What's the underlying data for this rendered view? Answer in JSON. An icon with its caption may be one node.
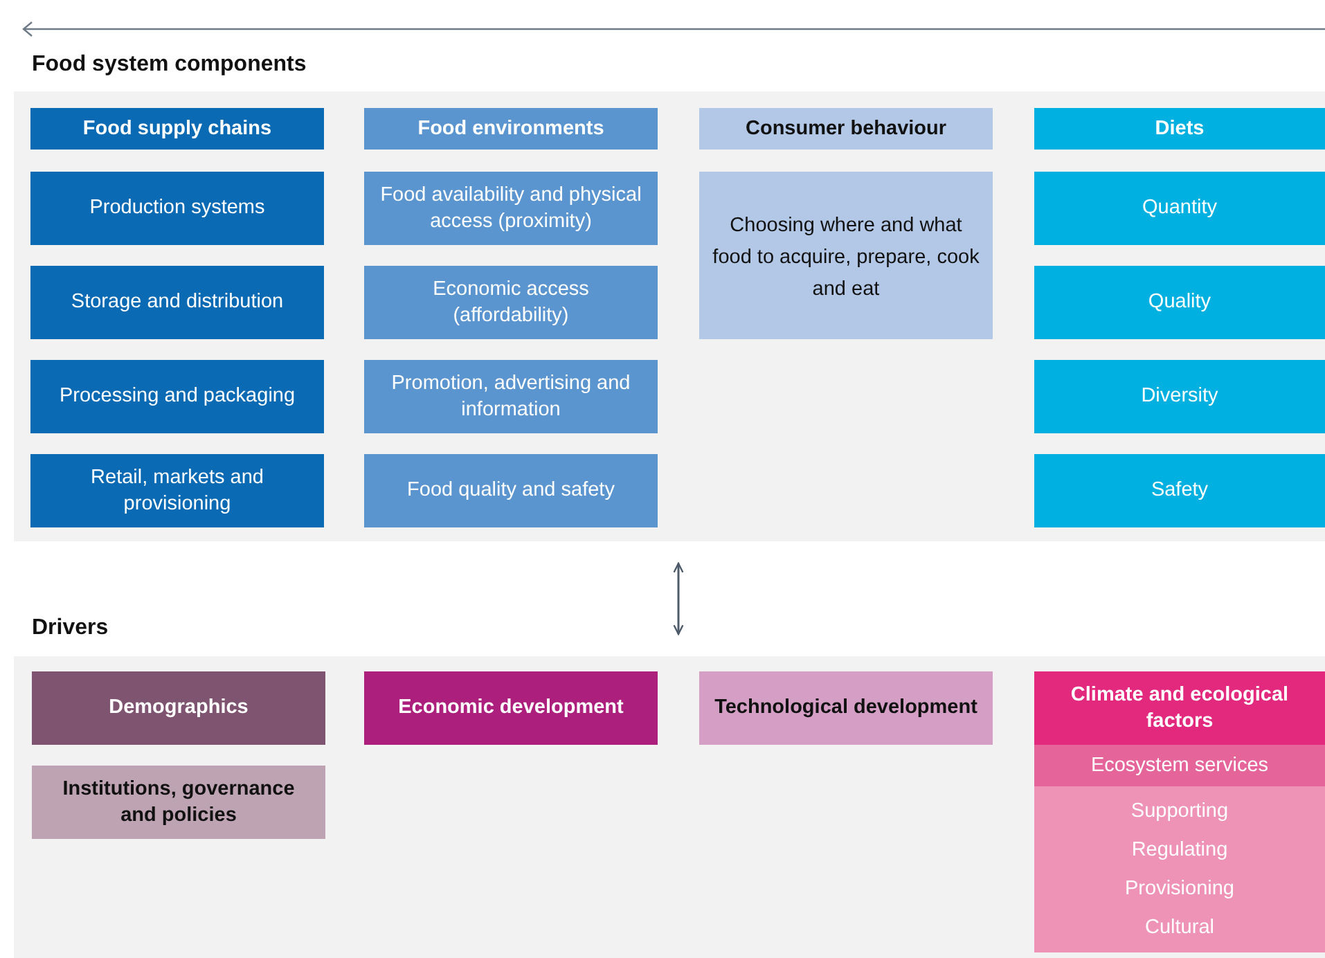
{
  "diagram": {
    "nodes": [
      {
        "text": [
          "Food system components"
        ]
      },
      {
        "text": [
          "Food supply chains"
        ],
        "in": 0
      },
      {
        "text": [
          "Production systems"
        ],
        "in": 0
      },
      {
        "text": [
          "Storage and distribution"
        ],
        "in": 0
      },
      {
        "text": [
          "Processing and packaging"
        ],
        "in": 0
      },
      {
        "text": [
          "Retail, markets and provisioning"
        ],
        "in": 0
      },
      {
        "text": [
          "Food environments"
        ],
        "in": 0
      },
      {
        "text": [
          "Food availability and physical access (proximity)"
        ],
        "in": 0
      },
      {
        "text": [
          "Economic access (affordability)"
        ],
        "in": 0
      },
      {
        "text": [
          "Promotion, advertising and information"
        ],
        "in": 0
      },
      {
        "text": [
          "Food quality and safety"
        ],
        "in": 0
      },
      {
        "text": [
          "Consumer behaviour"
        ],
        "in": 0
      },
      {
        "text": [
          "Choosing where and what food to acquire, prepare, cook and eat"
        ],
        "in": 0
      },
      {
        "text": [
          "Diets"
        ],
        "in": 0
      },
      {
        "text": [
          "Quantity"
        ],
        "in": 0
      },
      {
        "text": [
          "Quality"
        ],
        "in": 0
      },
      {
        "text": [
          "Diversity"
        ],
        "in": 0
      },
      {
        "text": [
          "Safety"
        ],
        "in": 0
      },
      {
        "text": [
          "Drivers"
        ]
      },
      {
        "text": [
          "Demographics"
        ],
        "in": 18
      },
      {
        "text": [
          "Institutions, governance and policies"
        ],
        "in": 18
      },
      {
        "text": [
          "Economic development"
        ],
        "in": 18
      },
      {
        "text": [
          "Technological development"
        ],
        "in": 18
      },
      {
        "text": [
          "Climate and ecological factors"
        ],
        "in": 18
      },
      {
        "text": [
          "Ecosystem services"
        ],
        "in": 18
      },
      {
        "text": [
          "Supporting",
          "Regulating",
          "Provisioning",
          "Cultural"
        ],
        "in": 18
      }
    ],
    "edges": [
      {
        "from": 0,
        "to": 18,
        "arrow": "both"
      }
    ]
  }
}
